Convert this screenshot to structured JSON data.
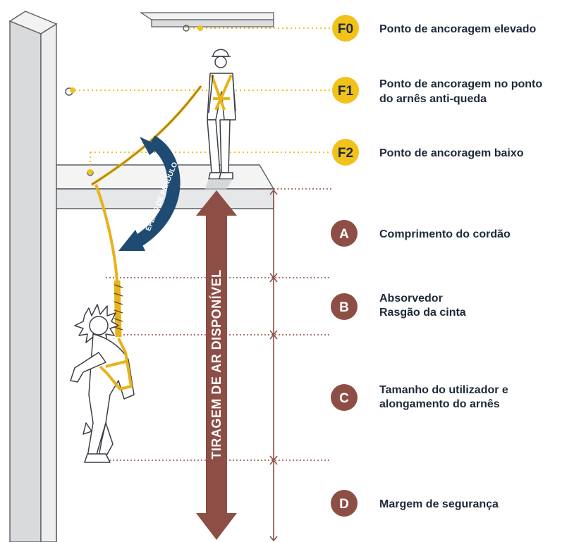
{
  "anchors": [
    {
      "id": "F0",
      "label": "Ponto de ancoragem elevado"
    },
    {
      "id": "F1",
      "label_line1": "Ponto de ancoragem no ponto",
      "label_line2": "do arnês anti-queda"
    },
    {
      "id": "F2",
      "label": "Ponto de ancoragem baixo"
    }
  ],
  "segments": [
    {
      "id": "A",
      "label_line1": "Comprimento do cordão",
      "label_line2": ""
    },
    {
      "id": "B",
      "label_line1": "Absorvedor",
      "label_line2": "Rasgão da cinta"
    },
    {
      "id": "C",
      "label_line1": "Tamanho do utilizador e",
      "label_line2": "alongamento do arnês"
    },
    {
      "id": "D",
      "label_line1": "Margem de segurança",
      "label_line2": ""
    }
  ],
  "vertical_label": "TIRAGEM DE AR DISPONÍVEL",
  "pendulum_label": "EFEITO DE PÊNDULO",
  "colors": {
    "anchor_badge": "#f2c21b",
    "segment_badge": "#8d4f45",
    "big_arrow": "#8d4f45",
    "pendulum_arrow": "#1f4b73",
    "lanyard": "#e8b21a",
    "dotted": "#f2c21b",
    "guide_dotted": "#8d4f45",
    "wall": "#e4e5e6",
    "text": "#1e2a3a"
  }
}
